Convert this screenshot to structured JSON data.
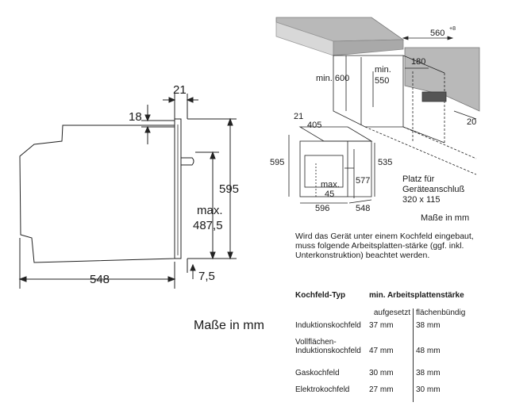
{
  "side_view": {
    "dim_top": "21",
    "dim_recess": "18",
    "dim_height": "595",
    "dim_max_label": "max.",
    "dim_max_value": "487,5",
    "dim_bottom": "7,5",
    "dim_depth": "548"
  },
  "units_main": "Maße in mm",
  "installation_view": {
    "dim_cabinet_width": "560",
    "dim_cabinet_width_sup": "+8",
    "dim_min_height_label": "min. 600",
    "dim_min_depth_label": "min.",
    "dim_min_depth_value": "550",
    "dim_depth_back": "180",
    "dim_right": "20",
    "dim_appliance_top_a": "21",
    "dim_appliance_top_b": "405",
    "dim_appliance_h": "595",
    "dim_appliance_h2": "535",
    "dim_appliance_inner": "577",
    "dim_appliance_max": "max.",
    "dim_appliance_max_val": "45",
    "dim_appliance_w": "596",
    "dim_appliance_d": "548",
    "connection_label_1": "Platz für",
    "connection_label_2": "Geräteanschluß",
    "connection_label_3": "320 x 115",
    "units": "Maße in mm"
  },
  "note": "Wird das Gerät unter einem Kochfeld eingebaut, muss folgende Arbeitsplatten-stärke (ggf. inkl. Unterkonstruktion) beachtet werden.",
  "table": {
    "header_type": "Kochfeld-Typ",
    "header_thickness": "min. Arbeitsplattenstärke",
    "sub_surface": "aufgesetzt",
    "sub_flush": "flächenbündig",
    "rows": [
      {
        "type": "Induktionskochfeld",
        "surface": "37 mm",
        "flush": "38 mm"
      },
      {
        "type": "Vollflächen-",
        "type2": "Induktionskochfeld",
        "surface": "47 mm",
        "flush": "48 mm"
      },
      {
        "type": "Gaskochfeld",
        "surface": "30 mm",
        "flush": "38 mm"
      },
      {
        "type": "Elektrokochfeld",
        "surface": "27 mm",
        "flush": "30 mm"
      }
    ]
  }
}
